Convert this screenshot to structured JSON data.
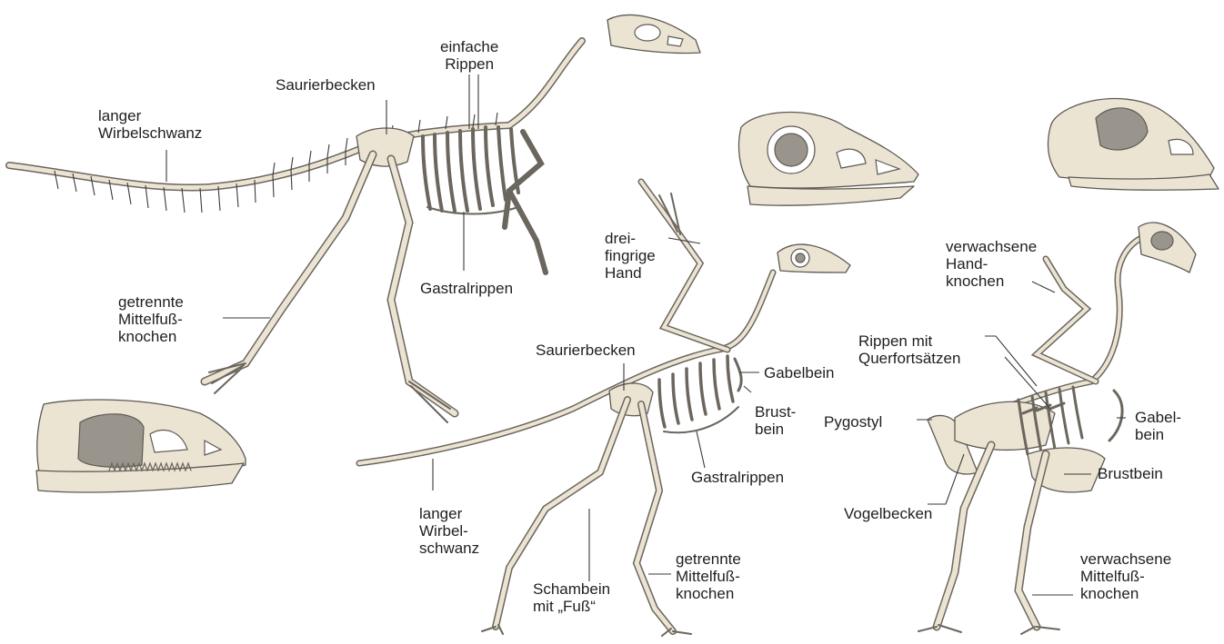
{
  "labels": {
    "archosaur_tail": "langer\nWirbelschwanz",
    "archosaur_pelvis": "Saurierbecken",
    "archosaur_ribs": "einfache\nRippen",
    "archosaur_gastralia": "Gastralrippen",
    "archosaur_metatarsals": "getrennte\nMittelfuß-\nknochen",
    "archaeopteryx_hand": "drei-\nfingrige\nHand",
    "archaeopteryx_pelvis": "Saurierbecken",
    "archaeopteryx_wishbone": "Gabelbein",
    "archaeopteryx_sternum": "Brust-\nbein",
    "archaeopteryx_gastralia": "Gastralrippen",
    "archaeopteryx_tail": "langer\nWirbel-\nschwanz",
    "archaeopteryx_pubis": "Schambein\nmit „Fuß“",
    "archaeopteryx_metatarsals": "getrennte\nMittelfuß-\nknochen",
    "bird_hand": "verwachsene\nHand-\nknochen",
    "bird_ribs": "Rippen mit\nQuerfortsätzen",
    "bird_pygostyle": "Pygostyl",
    "bird_wishbone": "Gabel-\nbein",
    "bird_sternum": "Brustbein",
    "bird_pelvis": "Vogelbecken",
    "bird_metatarsals": "verwachsene\nMittelfuß-\nknochen"
  },
  "colors": {
    "bone": "#ece4d2",
    "outline": "#5d5a55",
    "dark_fill": "#9a958c",
    "text": "#1f1f1f"
  }
}
